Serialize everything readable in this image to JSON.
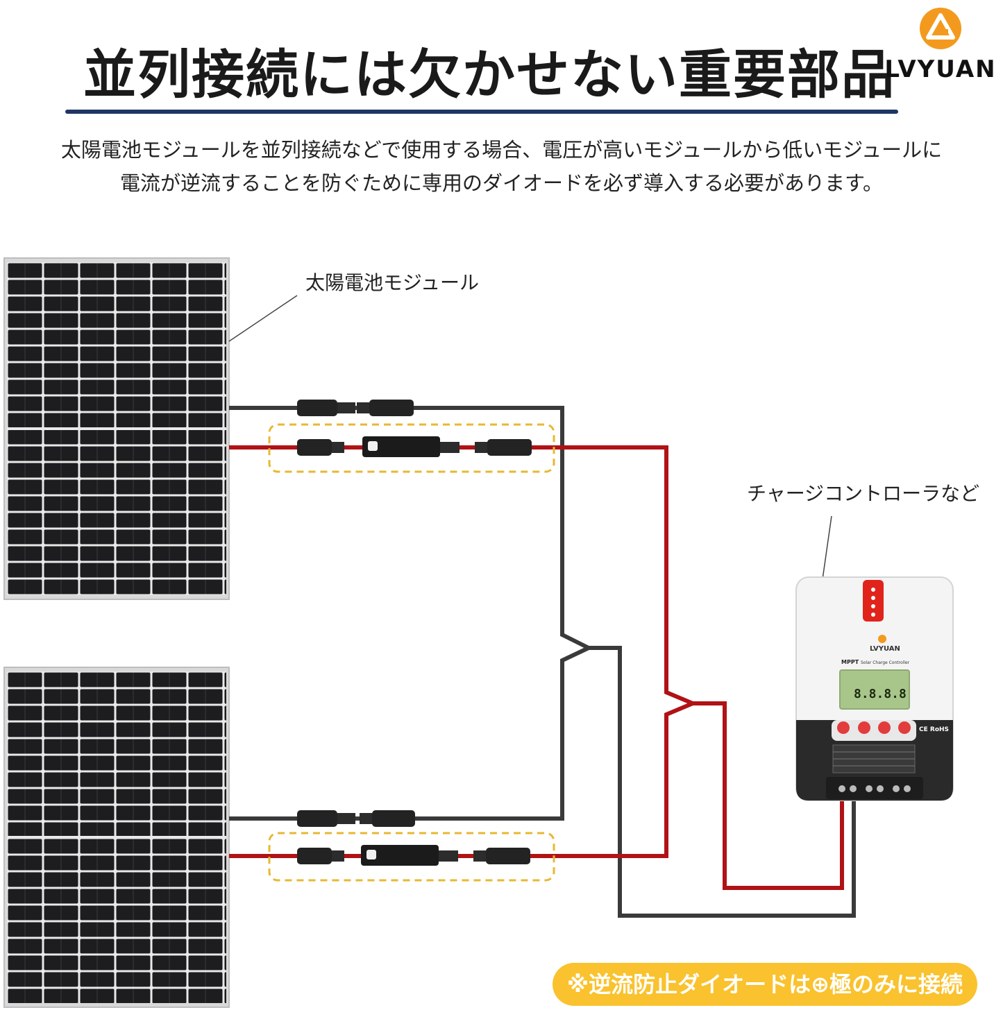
{
  "header": {
    "title": "並列接続には欠かせない重要部品",
    "brand": "LVYUAN"
  },
  "description": {
    "line1": "太陽電池モジュールを並列接続などで使用する場合、電圧が高いモジュールから低いモジュールに",
    "line2": "電流が逆流することを防ぐために専用のダイオードを必ず導入する必要があります。"
  },
  "labels": {
    "solar_module": "太陽電池モジュール",
    "charge_controller": "チャージコントローラなど"
  },
  "controller": {
    "brand": "LVYUAN",
    "model": "MPPT",
    "subtitle": "Solar Charge Controller",
    "display": "8.8.8.8",
    "marks": "CE RoHS"
  },
  "note": "※逆流防止ダイオードは⊕極のみに接続",
  "colors": {
    "accent_orange": "#f39a1e",
    "title_rule": "#1f3564",
    "wire_red": "#b01216",
    "wire_black": "#3a3a3a",
    "banner": "#f9c22e",
    "highlight_dashed": "#e7b832"
  }
}
